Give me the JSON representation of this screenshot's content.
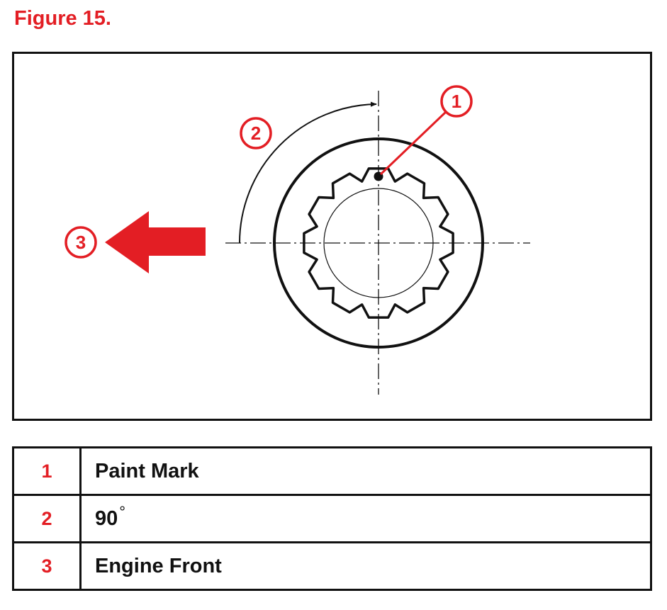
{
  "figure_title": "Figure 15.",
  "callouts": [
    {
      "number": "1",
      "label": "Paint Mark"
    },
    {
      "number": "2",
      "label": "90"
    },
    {
      "number": "3",
      "label": "Engine Front"
    }
  ],
  "degree_symbol": "°",
  "colors": {
    "accent": "#e31e24",
    "line": "#111111"
  }
}
